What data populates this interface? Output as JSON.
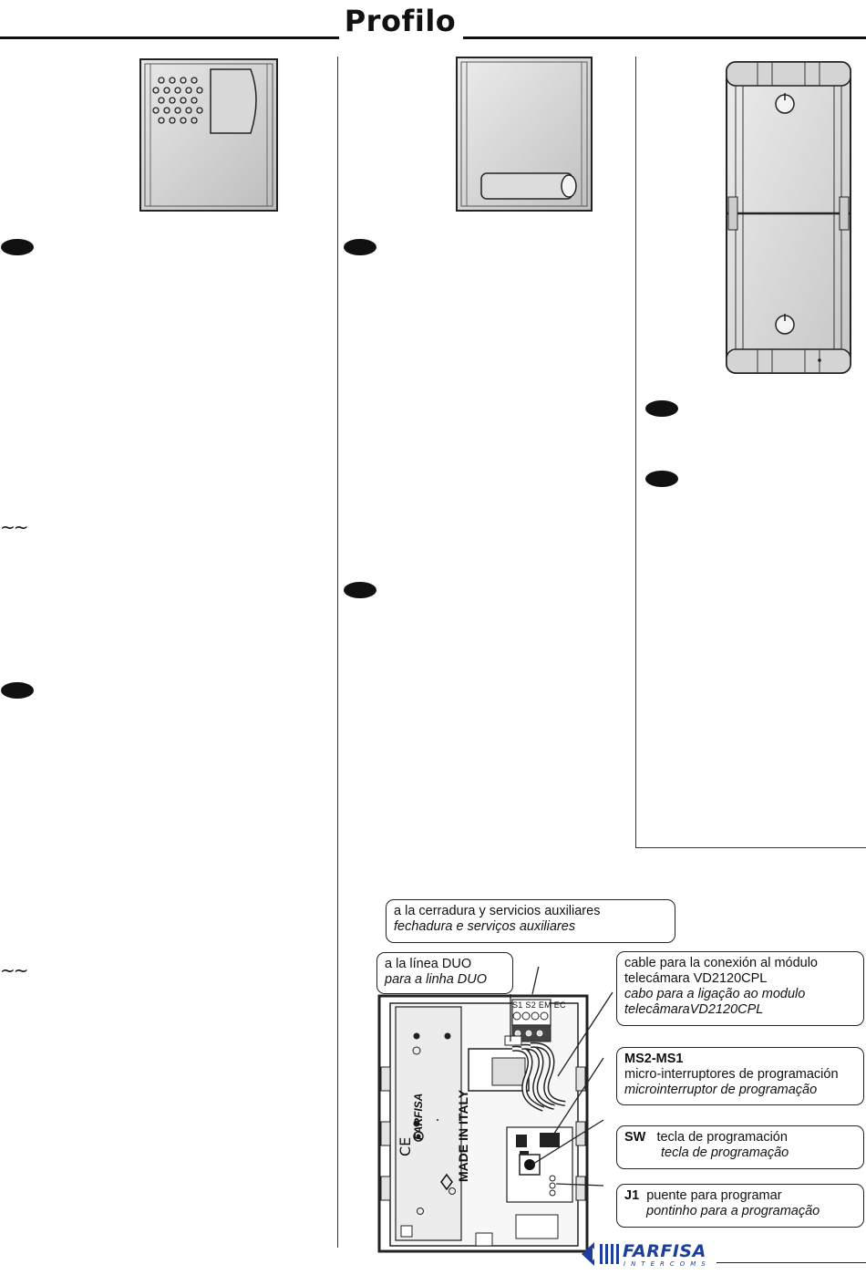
{
  "header": {
    "title": "Profilo"
  },
  "callouts": {
    "lock": {
      "line1": "a la cerradura y servicios auxiliares",
      "line2": "fechadura e serviços auxiliares"
    },
    "duo": {
      "line1": "a la línea DUO",
      "line2": "para a linha DUO"
    },
    "cable": {
      "line1": "cable para la conexión al módulo",
      "line2": "telecámara VD2120CPL",
      "line3": "cabo para a ligação ao modulo",
      "line4": "telecâmaraVD2120CPL"
    },
    "ms": {
      "title": "MS2-MS1",
      "line1": "micro-interruptores de programación",
      "line2": "microinterruptor de programação"
    },
    "sw": {
      "title": "SW",
      "line1": "tecla de programación",
      "line2": "tecla de programação"
    },
    "j1": {
      "title": "J1",
      "line1": "puente para programar",
      "line2": "pontinho para a programação"
    }
  },
  "board": {
    "terminals": "S1 S2 EM EC",
    "brand_mark": "FARFISA",
    "made_in": "MADE IN ITALY"
  },
  "ac_symbols": [
    "~~",
    "~~"
  ],
  "footer": {
    "brand": "FARFISA",
    "subtitle": "INTERCOMS"
  }
}
